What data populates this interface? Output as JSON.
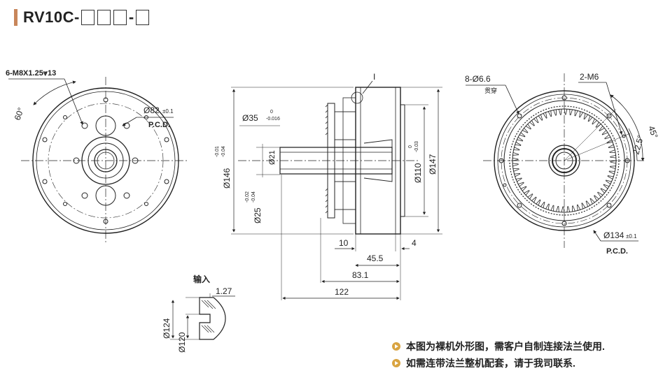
{
  "title": {
    "code": "RV10C-",
    "sep": "-"
  },
  "labels": {
    "tap_spec": "6-M8X1.25⩔13",
    "angle_60": "60°",
    "pcd82_dia": "Ø82",
    "pcd82_tol": "±0.1",
    "pcd_text": "P.C.D.",
    "dia35": "Ø35",
    "dia35_tol_up": "0",
    "dia35_tol_dn": "-0.016",
    "dia146": "Ø146",
    "dia146_tol_up": "-0.01",
    "dia146_tol_dn": "-0.04",
    "dia21": "Ø21",
    "dia25": "Ø25",
    "dia25_tol_up": "-0.02",
    "dia25_tol_dn": "-0.04",
    "dia110": "Ø110",
    "dia110_tol_up": "0",
    "dia110_tol_dn": "-0.03",
    "dia147": "Ø147",
    "detail_marker": "I",
    "dim_10": "10",
    "dim_45_5": "45.5",
    "dim_4": "4",
    "dim_83_1": "83.1",
    "dim_122": "122",
    "input_label": "输入",
    "dim_1_27": "1.27",
    "dia124": "Ø124",
    "dia120": "Ø120",
    "holes_spec": "8-Ø6.6",
    "through_label": "贯穿",
    "m6_spec": "2-M6",
    "angle_45": "45°",
    "angle_22_5": "22.5°",
    "pcd134_dia": "Ø134",
    "pcd134_tol": "±0.1",
    "pcd134_text": "P.C.D."
  },
  "notes": [
    "本图为裸机外形图，需客户自制连接法兰使用.",
    "如需连带法兰整机配套，请于我司联系."
  ],
  "colors": {
    "accent_bar": "#c8865a",
    "bullet": "#d9a441"
  }
}
